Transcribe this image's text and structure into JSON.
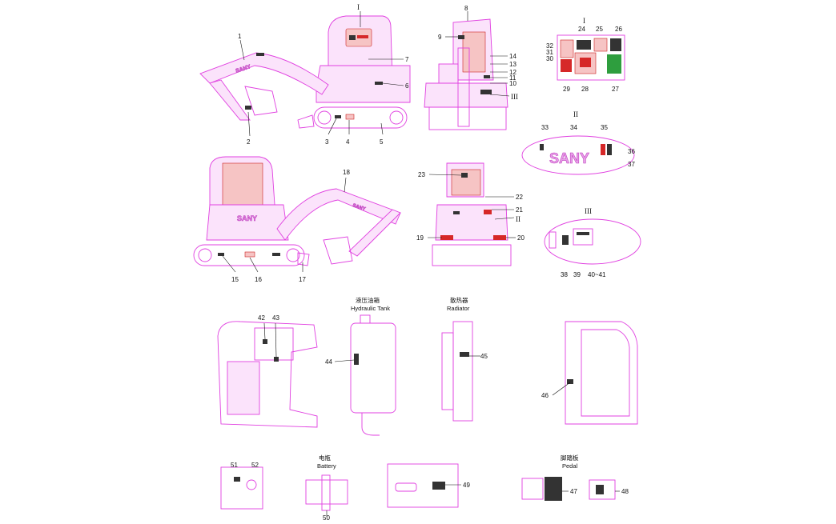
{
  "drawing": {
    "view_markers": {
      "detail_1": "I",
      "detail_2": "II",
      "detail_3": "III"
    },
    "captions": {
      "hydraulic_tank_cn": "液压油箱",
      "hydraulic_tank_en": "Hydraulic Tank",
      "radiator_cn": "散热器",
      "radiator_en": "Radiator",
      "battery_cn": "电瓶",
      "battery_en": "Battery",
      "pedal_cn": "脚踏板",
      "pedal_en": "Pedal"
    },
    "brand_text": "SANY",
    "callouts": {
      "c1": "1",
      "c2": "2",
      "c3": "3",
      "c4": "4",
      "c5": "5",
      "c6": "6",
      "c7": "7",
      "c8": "8",
      "c9": "9",
      "c10": "10",
      "c11": "11",
      "c12": "12",
      "c13": "13",
      "c14": "14",
      "c15": "15",
      "c16": "16",
      "c17": "17",
      "c18": "18",
      "c19": "19",
      "c20": "20",
      "c21": "21",
      "c22": "22",
      "c23": "23",
      "c24": "24",
      "c25": "25",
      "c26": "26",
      "c27": "27",
      "c28": "28",
      "c29": "29",
      "c30": "30",
      "c31": "31",
      "c32": "32",
      "c33": "33",
      "c34": "34",
      "c35": "35",
      "c36": "36",
      "c37": "37",
      "c38": "38",
      "c39": "39",
      "c40_41": "40~41",
      "c42": "42",
      "c43": "43",
      "c44": "44",
      "c45": "45",
      "c46": "46",
      "c47": "47",
      "c48": "48",
      "c49": "49",
      "c50": "50",
      "c51": "51",
      "c52": "52"
    },
    "colors": {
      "outline": "#e040e0",
      "fill": "#fbe3fb",
      "label_red": "#d62828",
      "label_green": "#2e9e3e",
      "ink": "#111111"
    }
  }
}
